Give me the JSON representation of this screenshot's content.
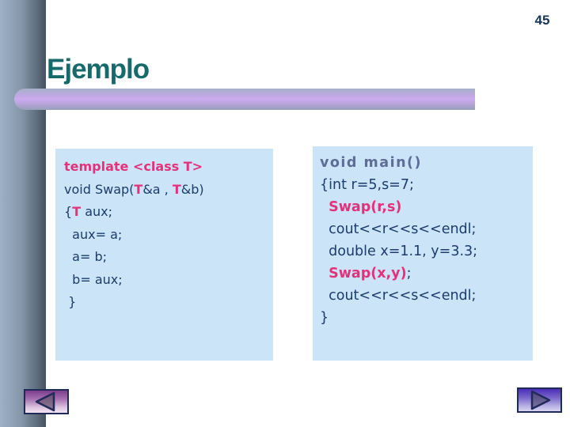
{
  "page_number": "45",
  "title": "Ejemplo",
  "colors": {
    "pink": "#e5317a",
    "navy": "#1b3c6c",
    "slate": "#5e6d96",
    "teal": "#166a6c",
    "pagenum": "#17375e",
    "boxbg": "#cbe4f8"
  },
  "code_boxes": [
    {
      "name": "swap-template-definition",
      "lines": [
        {
          "segments": [
            {
              "t": "template <class T>",
              "c": "pink"
            }
          ]
        },
        {
          "segments": [
            {
              "t": "void Swap(",
              "c": "navy"
            },
            {
              "t": "T",
              "c": "pink"
            },
            {
              "t": "&a , ",
              "c": "navy"
            },
            {
              "t": "T",
              "c": "pink"
            },
            {
              "t": "&b)",
              "c": "navy"
            }
          ]
        },
        {
          "segments": [
            {
              "t": "{",
              "c": "navy"
            },
            {
              "t": "T",
              "c": "pink"
            },
            {
              "t": " aux;",
              "c": "navy"
            }
          ]
        },
        {
          "segments": [
            {
              "t": "  aux= a;",
              "c": "navy"
            }
          ]
        },
        {
          "segments": [
            {
              "t": "  a= b;",
              "c": "navy"
            }
          ]
        },
        {
          "segments": [
            {
              "t": "  b= aux;",
              "c": "navy"
            }
          ]
        },
        {
          "segments": [
            {
              "t": " }",
              "c": "navy"
            }
          ]
        }
      ]
    },
    {
      "name": "main-function-usage",
      "lines": [
        {
          "segments": [
            {
              "t": "void main()",
              "c": "slate"
            }
          ]
        },
        {
          "segments": [
            {
              "t": "{int r=5,s=7;",
              "c": "navy"
            }
          ]
        },
        {
          "segments": [
            {
              "t": "  ",
              "c": "navy"
            },
            {
              "t": "Swap(r,s)",
              "c": "pink"
            }
          ]
        },
        {
          "segments": [
            {
              "t": "  cout<<r<<s<<endl;",
              "c": "navy"
            }
          ]
        },
        {
          "segments": [
            {
              "t": "  double x=1.1, y=3.3;",
              "c": "navy"
            }
          ]
        },
        {
          "segments": [
            {
              "t": "  ",
              "c": "navy"
            },
            {
              "t": "Swap(x,y)",
              "c": "pink"
            },
            {
              "t": ";",
              "c": "navy"
            }
          ]
        },
        {
          "segments": [
            {
              "t": "  cout<<r<<s<<endl;",
              "c": "navy"
            }
          ]
        },
        {
          "segments": [
            {
              "t": "}",
              "c": "navy"
            }
          ]
        }
      ]
    }
  ],
  "nav": {
    "back_label": "previous slide",
    "forward_label": "next slide"
  }
}
